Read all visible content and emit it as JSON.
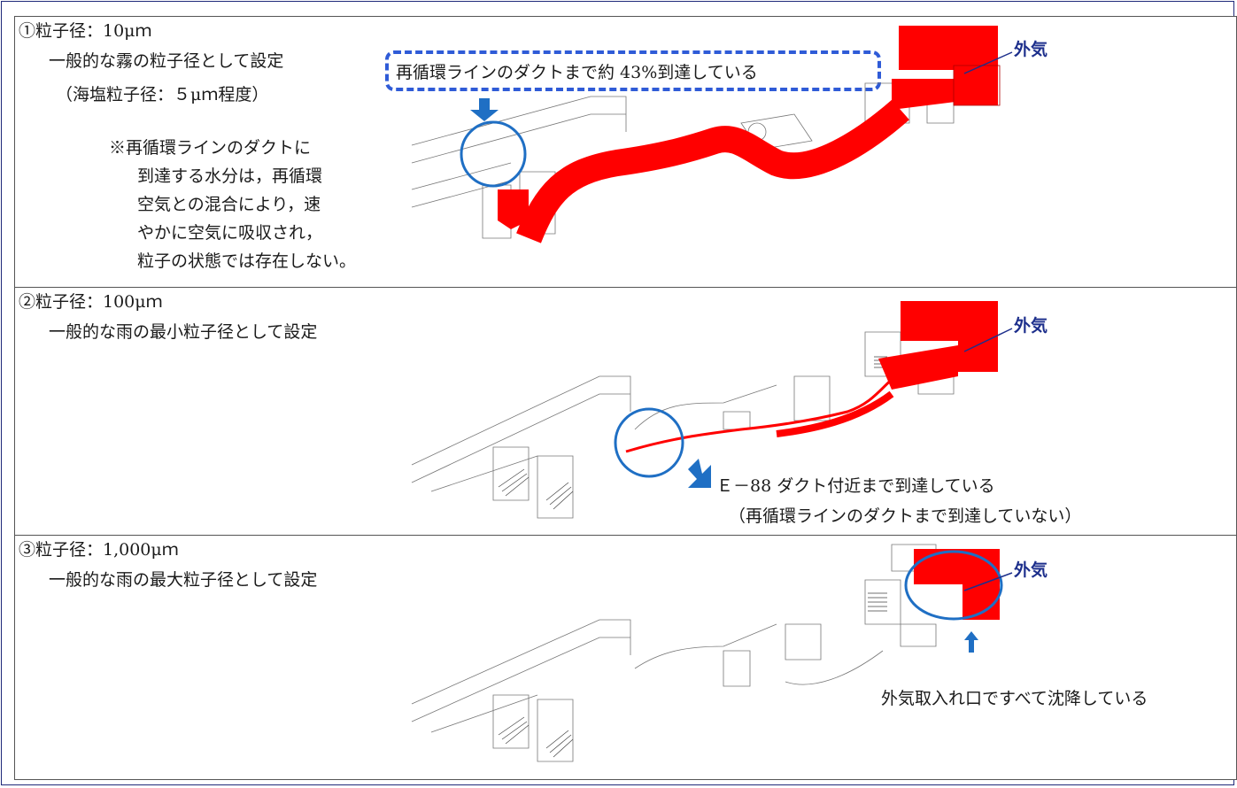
{
  "panels": [
    {
      "title": "①粒子径：10μｍ",
      "desc1": "一般的な霧の粒子径として設定",
      "desc2": "（海塩粒子径：５μｍ程度）",
      "note": [
        "※再循環ラインのダクトに",
        "到達する水分は，再循環",
        "空気との混合により，速",
        "やかに空気に吸収され，",
        "粒子の状態では存在しない。"
      ],
      "callout": "再循環ラインのダクトまで約 43%到達している",
      "outside_air_label": "外気"
    },
    {
      "title": "②粒子径：100μｍ",
      "desc1": "一般的な雨の最小粒子径として設定",
      "callout1": "Ｅ－88 ダクト付近まで到達している",
      "callout2": "（再循環ラインのダクトまで到達していない）",
      "outside_air_label": "外気"
    },
    {
      "title": "③粒子径：1,000μｍ",
      "desc1": "一般的な雨の最大粒子径として設定",
      "callout1": "外気取入れ口ですべて沈降している",
      "outside_air_label": "外気"
    }
  ],
  "colors": {
    "particle_red": "#ff0000",
    "highlight_blue": "#1f6fc4",
    "frame_navy": "#1f2a7a",
    "label_navy": "#1d2f8c"
  }
}
